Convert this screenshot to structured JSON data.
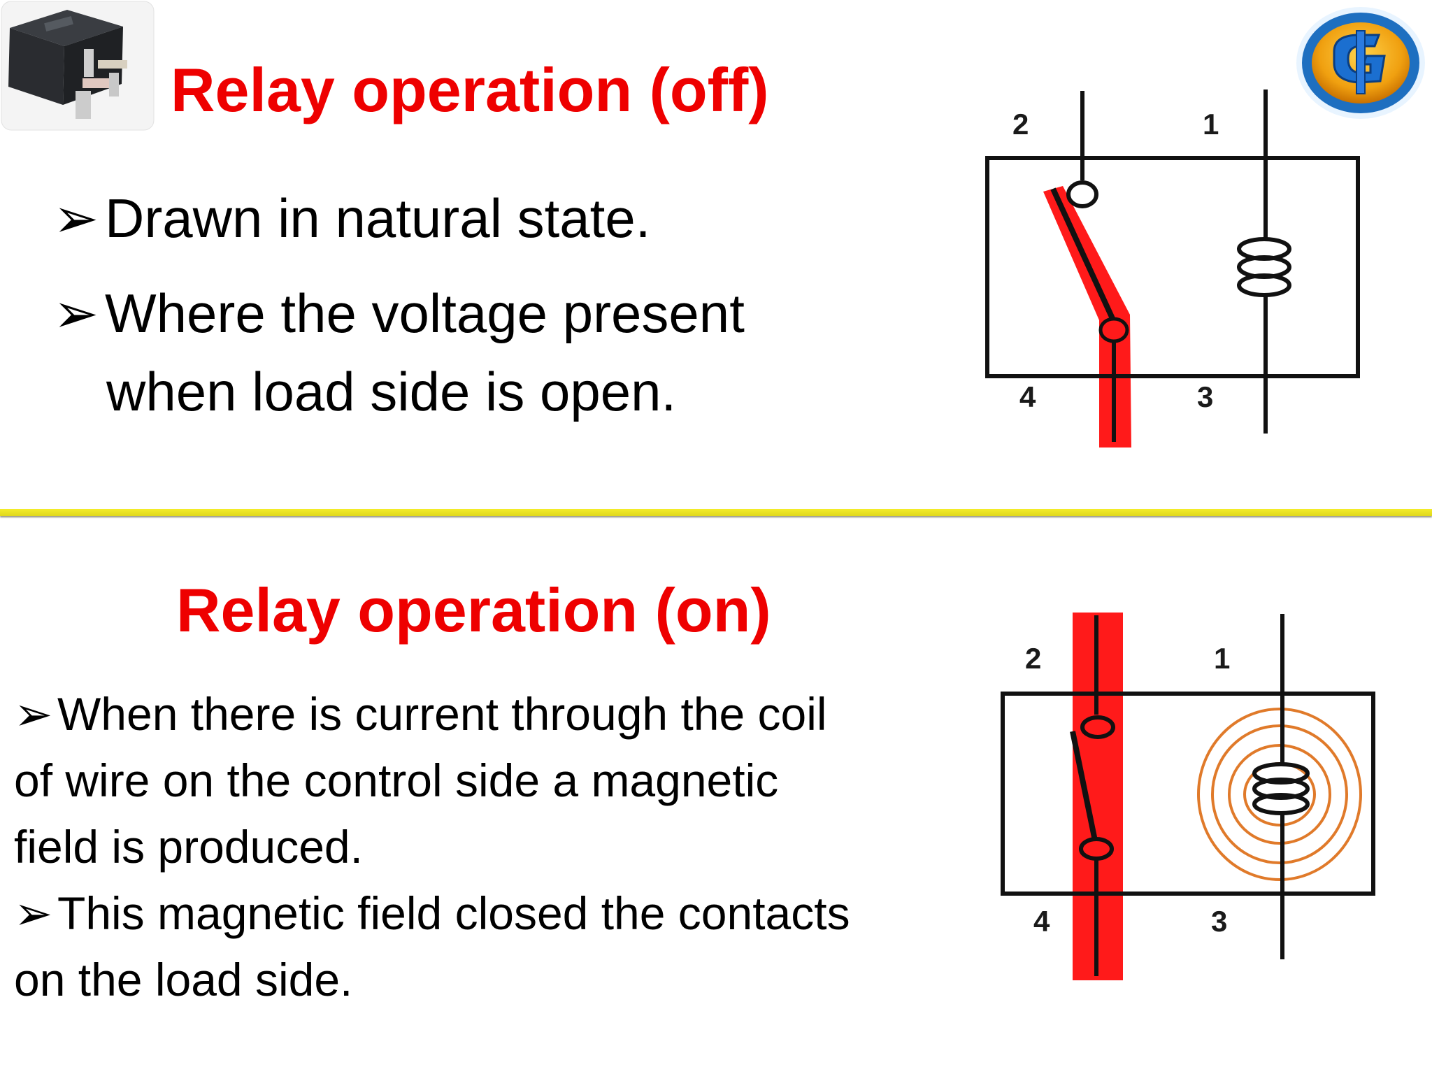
{
  "colors": {
    "title": "#ee0000",
    "divider": "#e8e020",
    "energized_path": "#ff1a1a",
    "magnetic_field": "#e07a2a",
    "line": "#111111"
  },
  "top_slide": {
    "title": "Relay operation (off)",
    "bullets": [
      {
        "arrow": "➢",
        "text": "Drawn in natural state."
      },
      {
        "arrow": "➢",
        "line1": "Where the voltage present",
        "line2": "when load side is open."
      }
    ],
    "diagram": {
      "pins": {
        "p1": "1",
        "p2": "2",
        "p3": "3",
        "p4": "4"
      }
    }
  },
  "bottom_slide": {
    "title": "Relay operation  (on)",
    "bullets": [
      {
        "arrow": "➢",
        "lines": [
          "When there is current through the coil",
          "of wire on the control side a magnetic",
          "field is produced."
        ]
      },
      {
        "arrow": "➢",
        "lines": [
          "This magnetic field closed the contacts",
          "on the load side."
        ]
      }
    ],
    "diagram": {
      "pins": {
        "p1": "1",
        "p2": "2",
        "p3": "3",
        "p4": "4"
      }
    }
  },
  "icons": {
    "relay_photo": "relay-photo-icon",
    "logo": "cg-logo-icon"
  }
}
